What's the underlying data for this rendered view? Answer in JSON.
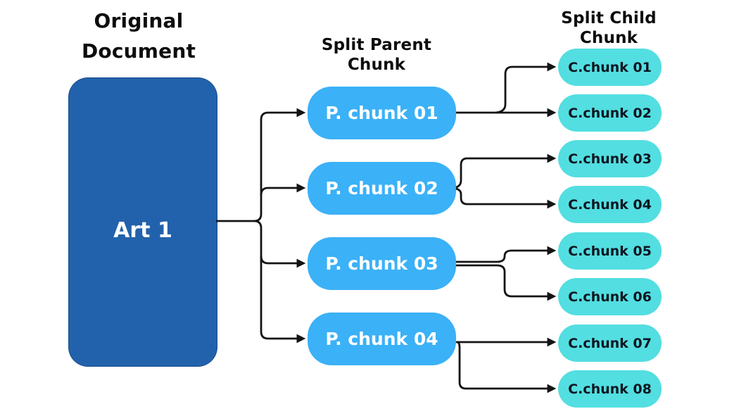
{
  "diagram": {
    "titles": {
      "original_document": "Original Document",
      "split_parent": "Split Parent Chunk",
      "split_child": "Split Child Chunk"
    },
    "document_node": {
      "label": "Art 1"
    },
    "parent_chunks": [
      "P. chunk 01",
      "P. chunk 02",
      "P. chunk 03",
      "P. chunk 04"
    ],
    "child_chunks": [
      "C.chunk 01",
      "C.chunk 02",
      "C.chunk 03",
      "C.chunk 04",
      "C.chunk 05",
      "C.chunk 06",
      "C.chunk 07",
      "C.chunk 08"
    ],
    "colors": {
      "document_fill": "#2262ac",
      "document_text": "#ffffff",
      "parent_fill": "#3bb1f7",
      "parent_text": "#ffffff",
      "child_fill": "#53dee1",
      "child_text": "#0d1620",
      "title_text": "#0d0d0d",
      "connector": "#141414"
    }
  }
}
